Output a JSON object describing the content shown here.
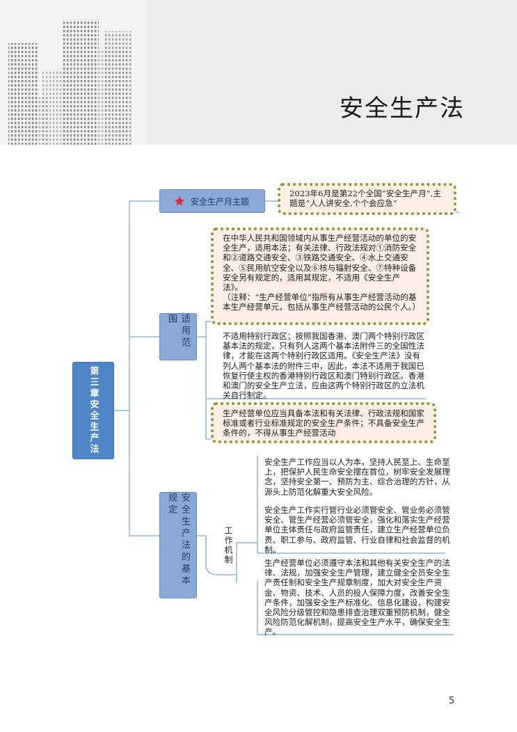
{
  "header": {
    "title": "安全生产法"
  },
  "root": {
    "label": "第三章安全生产法"
  },
  "branches": {
    "theme": {
      "label": "安全生产月主题",
      "note": "2023年6月是第22个全国“安全生产月”,主题是“人人讲安全,个个会应急”"
    },
    "scope": {
      "label": "适用范围",
      "text1": "在中华人民共和国领域内从事生产经营活动的单位的安全生产，适用本法；有关法律、行政法规对①消防安全和②道路交通安全、③铁路交通安全、④水上交通安全、⑤民用航空安全以及⑥核与辐射安全、⑦特种设备安全另有规定的，适用其规定，不适用《安全生产法》。",
      "text1_note": "（注释：“生产经营单位”指所有从事生产经营活动的基本生产经营单元，包括从事生产经营活动的公民个人。）",
      "text2": "不适用特别行政区；按照我国香港、澳门两个特别行政区基本法的规定，只有列人这两个基本法附件三的全国性法律，才能在这两个特别行政区适用。《安全生产法》没有列人两个基本法的附件三中，因此，本法不适用于我国已恢复行使主权的香港特别行政区和澳门特别行政区。香港和澳门的安全生产立法，应由这两个特别行政区的立法机关自行制定。",
      "text3": "生产经营单位应当具备本法和有关法律、行政法规和国家标准或者行业标准规定的安全生产条件；不具备安全生产条件的，不得从事生产经营活动"
    },
    "basic": {
      "label": "安全生产法的基本规定",
      "sub_label": "工作机制",
      "text1": "安全生产工作应当以人为本，坚持人民至上、生命至上，把保护人民生命安全摆在首位，树牢安全发展理念，坚持安全第一、预防为主、综合治理的方针，从源头上防范化解重大安全风险。",
      "text2": "安全生产工作实行管行业必须管安全、管业务必须管安全、管生产经营必须管安全，强化和落实生产经营单位主体责任与政府监管责任，建立生产经营单位负责、职工参与、政府监管、行业自律和社会监督的机制。",
      "text3": "生产经营单位必须遵守本法和其他有关安全生产的法律、法规，加强安全生产管理，建立健全全员安全生产责任制和安全生产规章制度，加大对安全生产资金、物资、技术、人员的投人保障力度，改善安全生产条件，加强安全生产标准化、信息化建设，构建安全风险分级管控和隐患排查治理双重预防机制，健全风险防范化解机制，提高安全生产水平，确保安全生产。"
    }
  },
  "footer": {
    "page_number": "5"
  },
  "colors": {
    "root_fill": "#4f86c8",
    "node_fill": "#8aa9d6",
    "connector": "#5b8fd0",
    "dotted_border": "#8a9a3c",
    "highlight_fill": "#fdeee6",
    "star": "#e0262e"
  },
  "icons": {
    "star": "star-icon"
  }
}
